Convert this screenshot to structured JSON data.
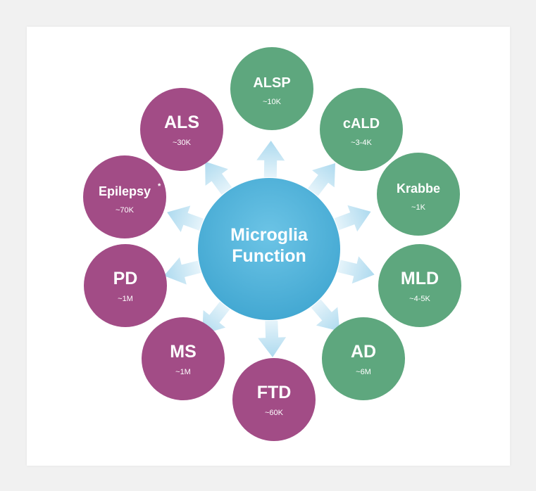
{
  "diagram": {
    "center": {
      "line1": "Microglia",
      "line2": "Function"
    },
    "nodes": [
      {
        "id": "alsp",
        "name": "ALSP",
        "value": "~10K",
        "group": "green"
      },
      {
        "id": "cald",
        "name": "cALD",
        "value": "~3-4K",
        "group": "green"
      },
      {
        "id": "krabbe",
        "name": "Krabbe",
        "value": "~1K",
        "group": "green"
      },
      {
        "id": "mld",
        "name": "MLD",
        "value": "~4-5K",
        "group": "green"
      },
      {
        "id": "ad",
        "name": "AD",
        "value": "~6M",
        "group": "green"
      },
      {
        "id": "ftd",
        "name": "FTD",
        "value": "~60K",
        "group": "purple"
      },
      {
        "id": "ms",
        "name": "MS",
        "value": "~1M",
        "group": "purple"
      },
      {
        "id": "pd",
        "name": "PD",
        "value": "~1M",
        "group": "purple"
      },
      {
        "id": "epilepsy",
        "name": "Epilepsy",
        "sup": "*",
        "value": "~70K",
        "group": "purple"
      },
      {
        "id": "als",
        "name": "ALS",
        "value": "~30K",
        "group": "purple"
      }
    ],
    "colors": {
      "green": "#5ea77e",
      "purple": "#a24c86",
      "center": "#4fb3d9",
      "arrow": "#b9dff1"
    }
  }
}
